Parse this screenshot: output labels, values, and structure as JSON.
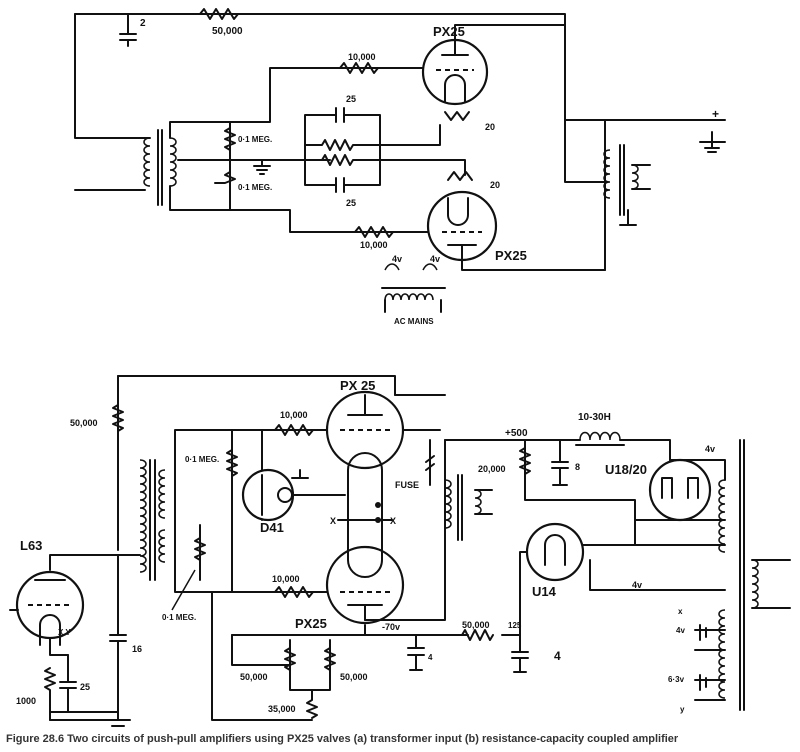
{
  "top_circuit": {
    "tube_upper": "PX25",
    "tube_lower": "PX25",
    "cap_top": "2",
    "res_top": "50,000",
    "res_grid_upper": "10,000",
    "res_grid_lower": "10,000",
    "grid_leak_1": "0·1 MEG.",
    "grid_leak_2": "0·1 MEG.",
    "cap_bias_1": "25",
    "cap_bias_2": "25",
    "fil_upper": "20",
    "fil_lower": "20",
    "supply_plus": "+",
    "heater_v1": "4v",
    "heater_v2": "4v",
    "mains": "AC MAINS"
  },
  "bottom_circuit": {
    "tube_upper": "PX 25",
    "tube_lower": "PX25",
    "input_tube": "L63",
    "diode": "D41",
    "rect_main": "U18/20",
    "rect_bias": "U14",
    "res_input": "50,000",
    "grid_leak_upper": "0·1 MEG.",
    "grid_leak_lower": "0·1 MEG.",
    "res_grid_upper": "10,000",
    "res_grid_lower": "10,000",
    "fuse": "FUSE",
    "hv": "+500",
    "choke": "10-30H",
    "res_bleed": "20,000",
    "cap_hv": "8",
    "rect_heater": "4v",
    "bias_heater": "4v",
    "cap_16": "16",
    "cap_25": "25",
    "res_1000": "1000",
    "neg_bias": "-70v",
    "res_bias": "50,000",
    "res_125": "125",
    "cap_4a": "4",
    "cap_4b": "4",
    "pot_left": "50,000",
    "pot_right": "50,000",
    "res_35000": "35,000",
    "wind_x": "x",
    "wind_4v": "4v",
    "wind_63v": "6·3v",
    "wind_y": "y",
    "xy_label": "X Y",
    "diode_x1": "X",
    "diode_x2": "X"
  },
  "caption": "Figure 28.6 Two circuits of push-pull amplifiers using PX25 valves (a) transformer input (b) resistance-capacity coupled amplifier"
}
